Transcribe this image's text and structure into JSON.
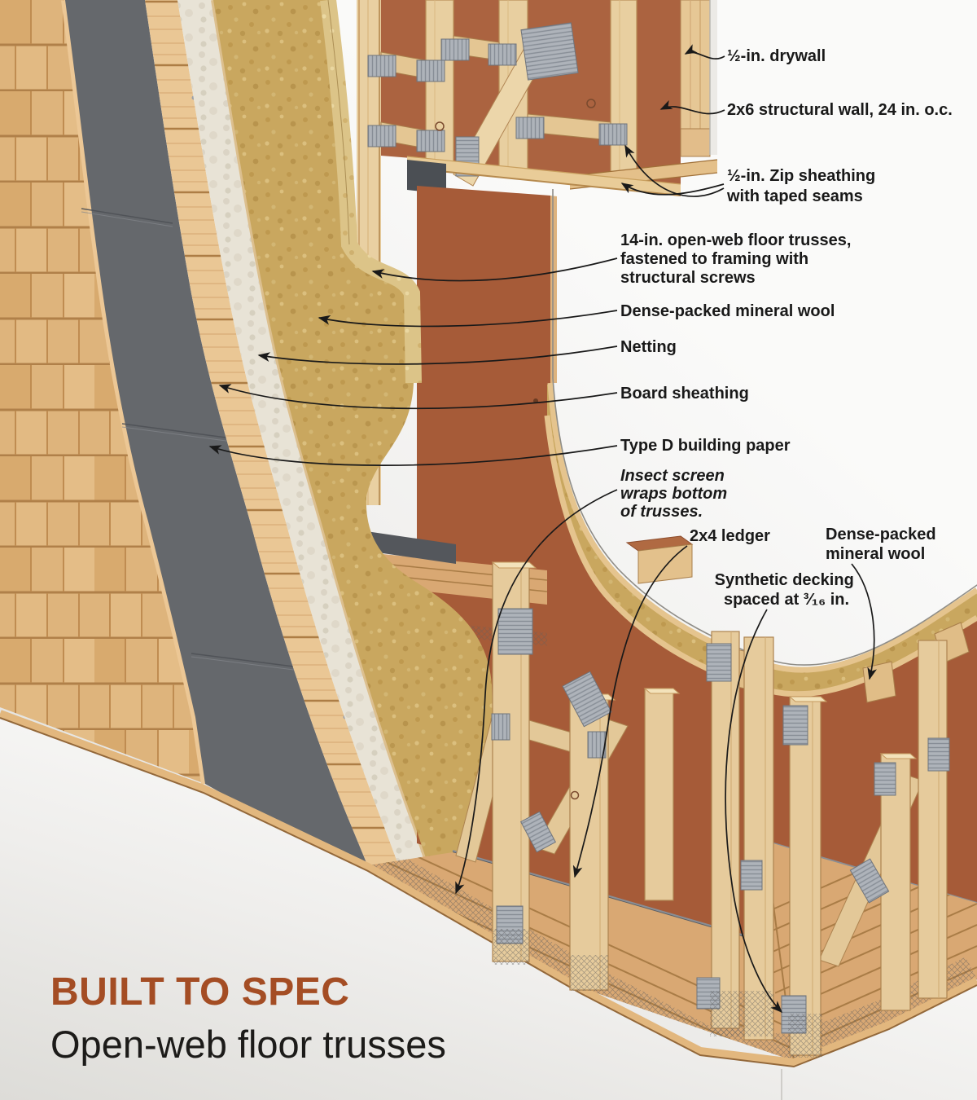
{
  "title": {
    "kicker": "BUILT TO SPEC",
    "subtitle": "Open-web floor trusses"
  },
  "labels": [
    {
      "id": "drywall",
      "lines": [
        "½-in. drywall"
      ]
    },
    {
      "id": "structural-wall",
      "lines": [
        "2x6 structural wall, 24 in. o.c."
      ]
    },
    {
      "id": "zip-sheathing",
      "lines": [
        "½-in. Zip sheathing",
        "with taped seams"
      ]
    },
    {
      "id": "floor-trusses",
      "lines": [
        "14-in. open-web floor trusses,",
        "fastened to framing with",
        "structural screws"
      ]
    },
    {
      "id": "mineral-wool-wall",
      "lines": [
        "Dense-packed mineral wool"
      ]
    },
    {
      "id": "netting",
      "lines": [
        "Netting"
      ]
    },
    {
      "id": "board-sheathing",
      "lines": [
        "Board sheathing"
      ]
    },
    {
      "id": "building-paper",
      "lines": [
        "Type D building paper"
      ]
    },
    {
      "id": "insect-screen",
      "lines": [
        "Insect screen",
        "wraps bottom",
        "of trusses."
      ],
      "italic": true
    },
    {
      "id": "ledger",
      "lines": [
        "2x4 ledger"
      ]
    },
    {
      "id": "mineral-wool-floor",
      "lines": [
        "Dense-packed",
        "mineral wool"
      ]
    },
    {
      "id": "synthetic-decking",
      "lines": [
        "Synthetic decking",
        "spaced at ³⁄₁₆ in."
      ]
    }
  ],
  "colors": {
    "title_accent": "#A44D24",
    "text": "#191919",
    "sheathing_orange": "#A85E3C",
    "mineral_wool_gold": "#C9A75F",
    "building_paper_gray": "#65686C",
    "wood_light": "#E8CFA0",
    "shingle_tan": "#DEB47C",
    "metal_plate_gray": "#AEB3BA",
    "drywall_white": "#ECEAE6"
  }
}
